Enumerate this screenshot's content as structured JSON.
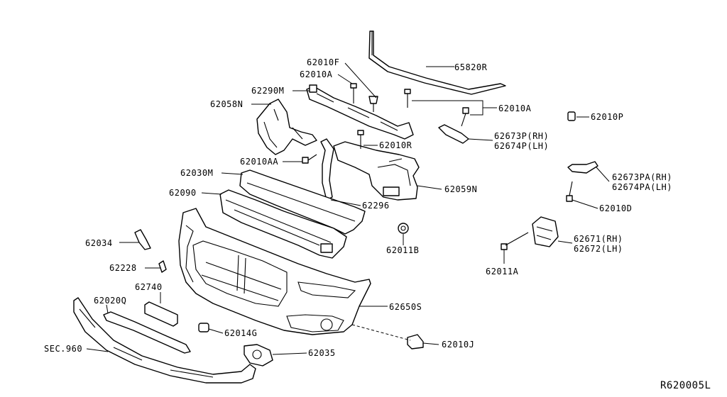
{
  "diagram_id": "R620005L",
  "parts": {
    "p65820R": "65820R",
    "p62010F": "62010F",
    "p62010A_top": "62010A",
    "p62290M": "62290M",
    "p62058N": "62058N",
    "p62010A_right": "62010A",
    "p62010P": "62010P",
    "p62673P": "62673P(RH)",
    "p62674P": "62674P(LH)",
    "p62010R": "62010R",
    "p62010AA": "62010AA",
    "p62030M": "62030M",
    "p62059N": "62059N",
    "p62673PA": "62673PA(RH)",
    "p62674PA": "62674PA(LH)",
    "p62090": "62090",
    "p62296": "62296",
    "p62010D": "62010D",
    "p62671": "62671(RH)",
    "p62672": "62672(LH)",
    "p62034": "62034",
    "p62011B": "62011B",
    "p62011A": "62011A",
    "p62228": "62228",
    "p62740": "62740",
    "p62020Q": "62020Q",
    "p62650S": "62650S",
    "p62014G": "62014G",
    "p62010J": "62010J",
    "pSEC960": "SEC.960",
    "p62035": "62035"
  }
}
